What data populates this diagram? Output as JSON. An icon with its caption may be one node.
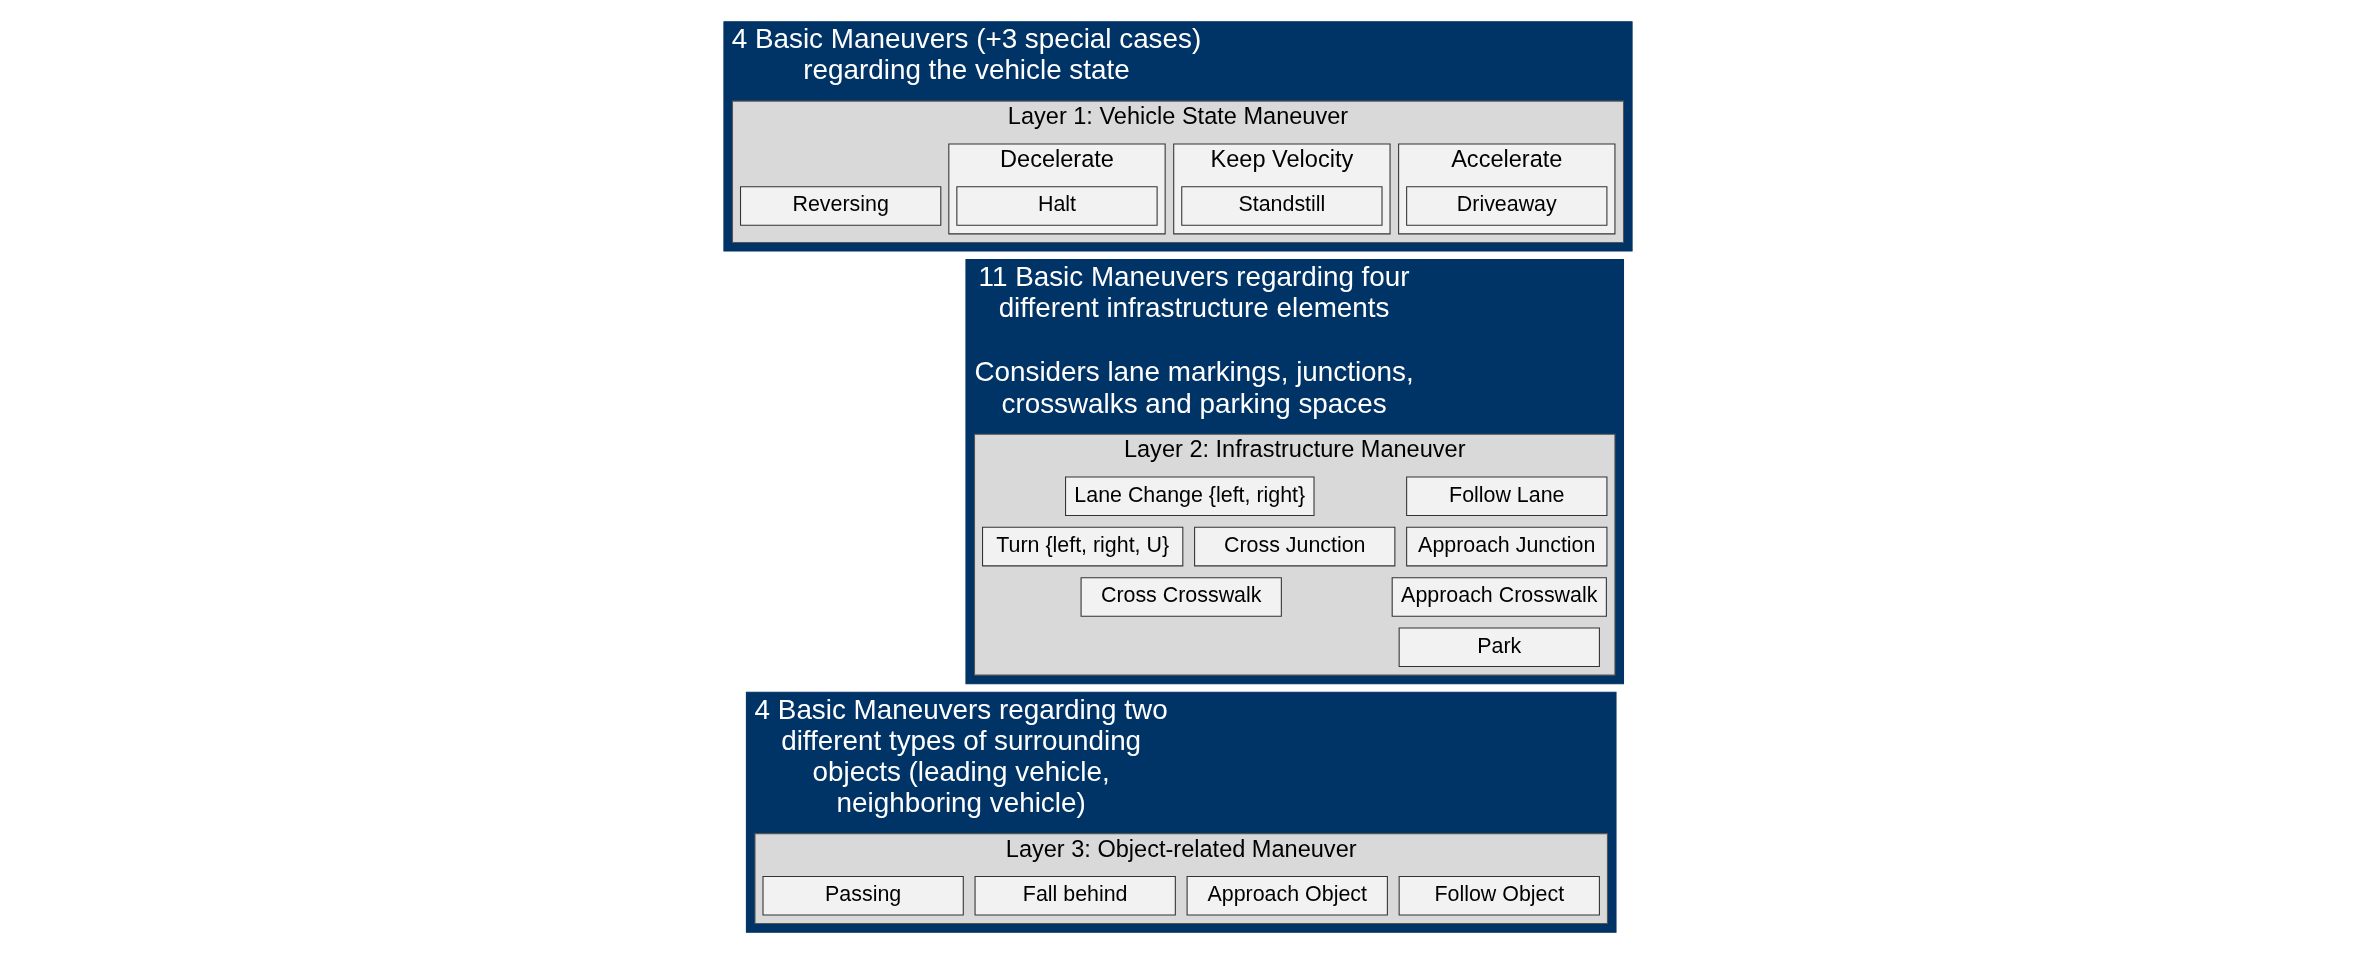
{
  "diagram": {
    "nodes": [
      {
        "text": [
          "4 Basic Maneuvers (+3 special cases) regarding the vehicle state"
        ]
      },
      {
        "text": [
          "Layer 1: Vehicle State Maneuver"
        ],
        "in": 0
      },
      {
        "text": [
          "Accelerate"
        ],
        "in": 1
      },
      {
        "text": [
          "Driveaway"
        ],
        "in": 2
      },
      {
        "text": [
          "Keep Velocity"
        ],
        "in": 1
      },
      {
        "text": [
          "Standstill"
        ],
        "in": 4
      },
      {
        "text": [
          "Decelerate"
        ],
        "in": 1
      },
      {
        "text": [
          "Halt"
        ],
        "in": 6
      },
      {
        "text": [
          "Reversing"
        ],
        "in": 1
      },
      {
        "text": [
          "11 Basic Maneuvers regarding four different infrastructure elements",
          "Considers lane markings, junctions, crosswalks and parking spaces"
        ]
      },
      {
        "text": [
          "Layer 2: Infrastructure Maneuver"
        ],
        "in": 9
      },
      {
        "text": [
          "Follow Lane"
        ],
        "in": 10
      },
      {
        "text": [
          "Lane Change {left, right}"
        ],
        "in": 10
      },
      {
        "text": [
          "Approach Junction"
        ],
        "in": 10
      },
      {
        "text": [
          "Cross Junction"
        ],
        "in": 10
      },
      {
        "text": [
          "Turn {left, right, U}"
        ],
        "in": 10
      },
      {
        "text": [
          "Approach Crosswalk"
        ],
        "in": 10
      },
      {
        "text": [
          "Cross Crosswalk"
        ],
        "in": 10
      },
      {
        "text": [
          "Park"
        ],
        "in": 10
      },
      {
        "text": [
          "4 Basic Maneuvers regarding two different types of surrounding objects (leading vehicle, neighboring vehicle)"
        ]
      },
      {
        "text": [
          "Layer 3: Object-related Maneuver"
        ],
        "in": 19
      },
      {
        "text": [
          "Follow Object"
        ],
        "in": 20
      },
      {
        "text": [
          "Approach Object"
        ],
        "in": 20
      },
      {
        "text": [
          "Fall behind"
        ],
        "in": 20
      },
      {
        "text": [
          "Passing"
        ],
        "in": 20
      }
    ],
    "edges": []
  }
}
